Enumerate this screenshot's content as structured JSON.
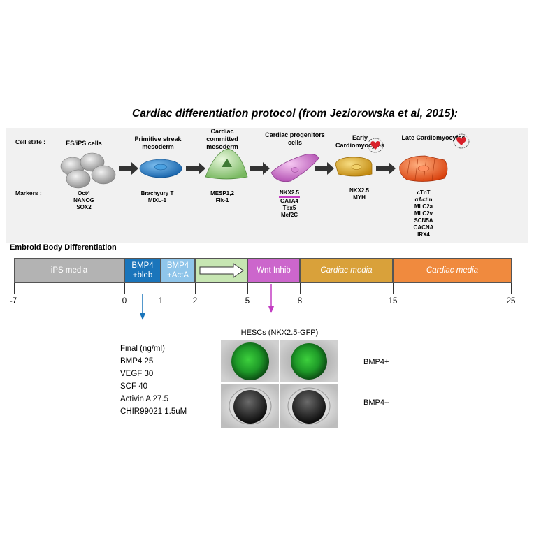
{
  "title": "Cardiac differentiation protocol (from Jeziorowska et al, 2015):",
  "row_labels": {
    "cell_state": "Cell state :",
    "markers": "Markers :"
  },
  "stages": [
    {
      "name": "ES/iPS cells",
      "markers": [
        "Oct4",
        "NANOG",
        "SOX2"
      ]
    },
    {
      "name": "Primitive streak mesoderm",
      "markers": [
        "Brachyury T",
        "MIXL-1"
      ]
    },
    {
      "name": "Cardiac committed mesoderm",
      "markers": [
        "MESP1,2",
        "Flk-1"
      ]
    },
    {
      "name": "Cardiac progenitors cells",
      "markers": [
        "NKX2.5",
        "GATA4",
        "Tbx5",
        "Mef2C"
      ]
    },
    {
      "name": "Early Cardiomyocytes",
      "markers": [
        "NKX2.5",
        "MYH"
      ]
    },
    {
      "name": "Late Cardiomyocytes",
      "markers": [
        "cTnT",
        "αActin",
        "MLC2a",
        "MLC2v",
        "SCN5A",
        "CACNA",
        "IRX4"
      ]
    }
  ],
  "section_title": "Embroid Body Differentiation",
  "timeline": {
    "segments": [
      {
        "label": "iPS media",
        "color": "#b3b3b3",
        "text_color": "#ffffff",
        "italic": false
      },
      {
        "label": "BMP4 +bleb",
        "color": "#1a75bb",
        "text_color": "#ffffff",
        "italic": false
      },
      {
        "label": "BMP4 +ActA",
        "color": "#8fc5ea",
        "text_color": "#ffffff",
        "italic": false
      },
      {
        "label": "",
        "color": "#c7e6b3",
        "text_color": "#000000",
        "italic": false
      },
      {
        "label": "Wnt Inhib",
        "color": "#cc66cc",
        "text_color": "#ffffff",
        "italic": false
      },
      {
        "label": "Cardiac media",
        "color": "#d9a13a",
        "text_color": "#ffffff",
        "italic": true
      },
      {
        "label": "Cardiac media",
        "color": "#f08a3e",
        "text_color": "#ffffff",
        "italic": true
      }
    ],
    "ticks": [
      "-7",
      "0",
      "1",
      "2",
      "5",
      "8",
      "15",
      "25"
    ]
  },
  "media": {
    "lines": [
      "Final (ng/ml)",
      "BMP4 25",
      "VEGF 30",
      "SCF 40",
      "Activin A 27.5",
      "CHIR99021 1.5uM"
    ]
  },
  "microscopy": {
    "title": "HESCs (NKX2.5-GFP)",
    "rows": [
      {
        "label": "BMP4+",
        "fluorescent": true
      },
      {
        "label": "BMP4--",
        "fluorescent": false
      }
    ]
  },
  "colors": {
    "blue_arrow": "#1a75bb",
    "magenta_arrow": "#c23cc2",
    "underline": "#c23cc2"
  }
}
